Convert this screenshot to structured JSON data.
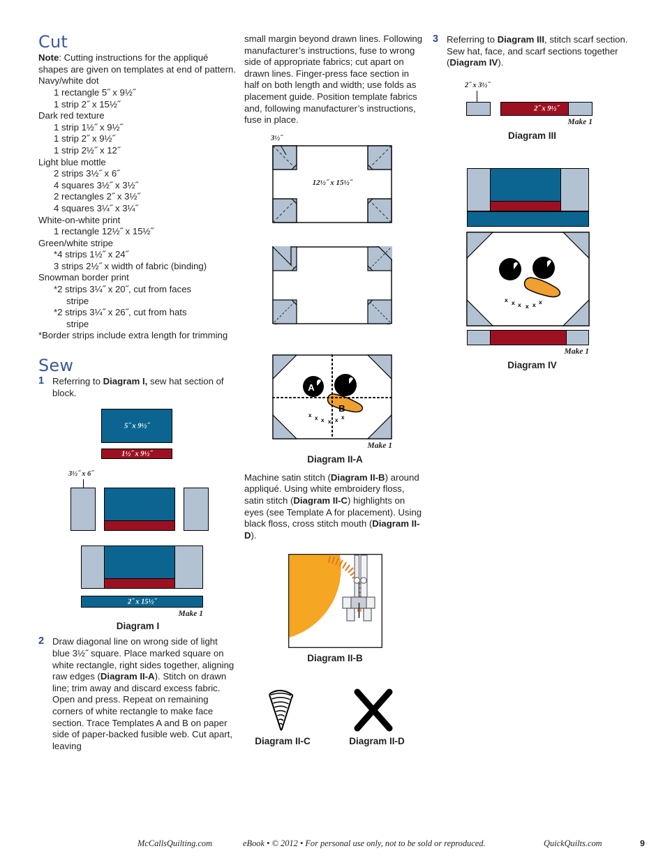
{
  "colors": {
    "heading_blue": "#3c5a98",
    "navy_white_dot": "#0b6590",
    "dark_red": "#9c1122",
    "light_blue": "#b2c2d2",
    "white_print": "#ffffff",
    "orange_carrot": "#f0a030",
    "black": "#000000"
  },
  "column1": {
    "cut_heading": "Cut",
    "note_label": "Note",
    "note_text": ": Cutting instructions for the appliqué shapes are given on templates at end of pattern.",
    "fabrics": [
      {
        "name": "Navy/white dot",
        "pieces": [
          "1 rectangle 5˝ x 9½˝",
          "1 strip 2˝ x 15½˝"
        ]
      },
      {
        "name": "Dark red texture",
        "pieces": [
          "1 strip 1½˝ x 9½˝",
          "1 strip 2˝ x 9½˝",
          "1 strip 2½˝ x 12˝"
        ]
      },
      {
        "name": "Light blue mottle",
        "pieces": [
          "2 strips 3½˝ x 6˝",
          "4 squares 3½˝ x 3½˝",
          "2 rectangles 2˝ x 3½˝",
          "4 squares 3¼˝ x 3¼˝"
        ]
      },
      {
        "name": "White-on-white print",
        "pieces": [
          "1 rectangle 12½˝ x 15½˝"
        ]
      },
      {
        "name": "Green/white stripe",
        "pieces": [
          "*4 strips 1½˝ x 24˝",
          "3 strips 2½˝ x width of fabric (binding)"
        ]
      },
      {
        "name": "Snowman border print",
        "pieces": [
          "*2 strips 3¼˝ x 20˝, cut from faces",
          "*2 strips 3¼˝ x 26˝, cut from hats"
        ],
        "continuations": [
          "stripe",
          "stripe"
        ]
      }
    ],
    "footnote": "*Border strips include extra length for trimming",
    "sew_heading": "Sew",
    "step1": {
      "num": "1",
      "text_before": "Referring to ",
      "bold": "Diagram I,",
      "text_after": " sew hat section of block."
    },
    "diagram1": {
      "label": "Diagram I",
      "make": "Make 1",
      "piece_navy_top": "5˝ x 9½˝",
      "piece_red": "1½˝ x 9½˝",
      "piece_lblue": "3½˝ x 6˝",
      "piece_navy_strip": "2˝ x 15½˝"
    },
    "step2": {
      "num": "2",
      "text_1": "Draw diagonal line on wrong side of light blue 3½˝ square. Place marked square on white rectangle, right sides together, aligning raw edges (",
      "bold_1": "Diagram II-A",
      "text_2": "). Stitch on drawn line; trim away and discard excess fabric. Open and press. Repeat on remaining corners of white rectangle to make face section. Trace Templates A and B on paper side of paper-backed fusible web. Cut apart, leaving"
    }
  },
  "column2": {
    "intro_text": "small margin beyond drawn lines. Following manufacturer’s instructions, fuse to wrong side of appropriate fabrics; cut apart on drawn lines. Finger-press face section in half on both length and width; use folds as placement guide. Position template fabrics and, following manufacturer’s instructions, fuse in place.",
    "diagram2a": {
      "dim_corner": "3½˝",
      "dim_center": "12½˝ x 15½˝",
      "label": "Diagram II-A",
      "make": "Make 1",
      "template_a": "A",
      "template_b": "B"
    },
    "satin_text_1": "Machine satin stitch (",
    "satin_bold_1": "Diagram II-B",
    "satin_text_2": ") around appliqué. Using white embroidery floss, satin stitch (",
    "satin_bold_2": "Diagram II-C",
    "satin_text_3": ") highlights on eyes (see Template A for placement). Using black floss, cross stitch mouth (",
    "satin_bold_3": "Diagram II-D",
    "satin_text_4": ").",
    "diagram2b_label": "Diagram II-B",
    "diagram2c_label": "Diagram II-C",
    "diagram2d_label": "Diagram II-D"
  },
  "column3": {
    "step3": {
      "num": "3",
      "text_1": "Referring to ",
      "bold_1": "Diagram III",
      "text_2": ", stitch scarf section. Sew hat, face, and scarf sections together (",
      "bold_2": "Diagram IV",
      "text_3": ")."
    },
    "diagram3": {
      "label": "Diagram III",
      "make": "Make 1",
      "piece_lblue": "2˝ x 3½˝",
      "piece_red": "2˝ x 9½˝"
    },
    "diagram4": {
      "label": "Diagram IV",
      "make": "Make 1"
    }
  },
  "footer": {
    "left": "McCallsQuilting.com",
    "center": "eBook • © 2012 • For personal use only, not to be sold or reproduced.",
    "right": "QuickQuilts.com",
    "page": "9"
  }
}
